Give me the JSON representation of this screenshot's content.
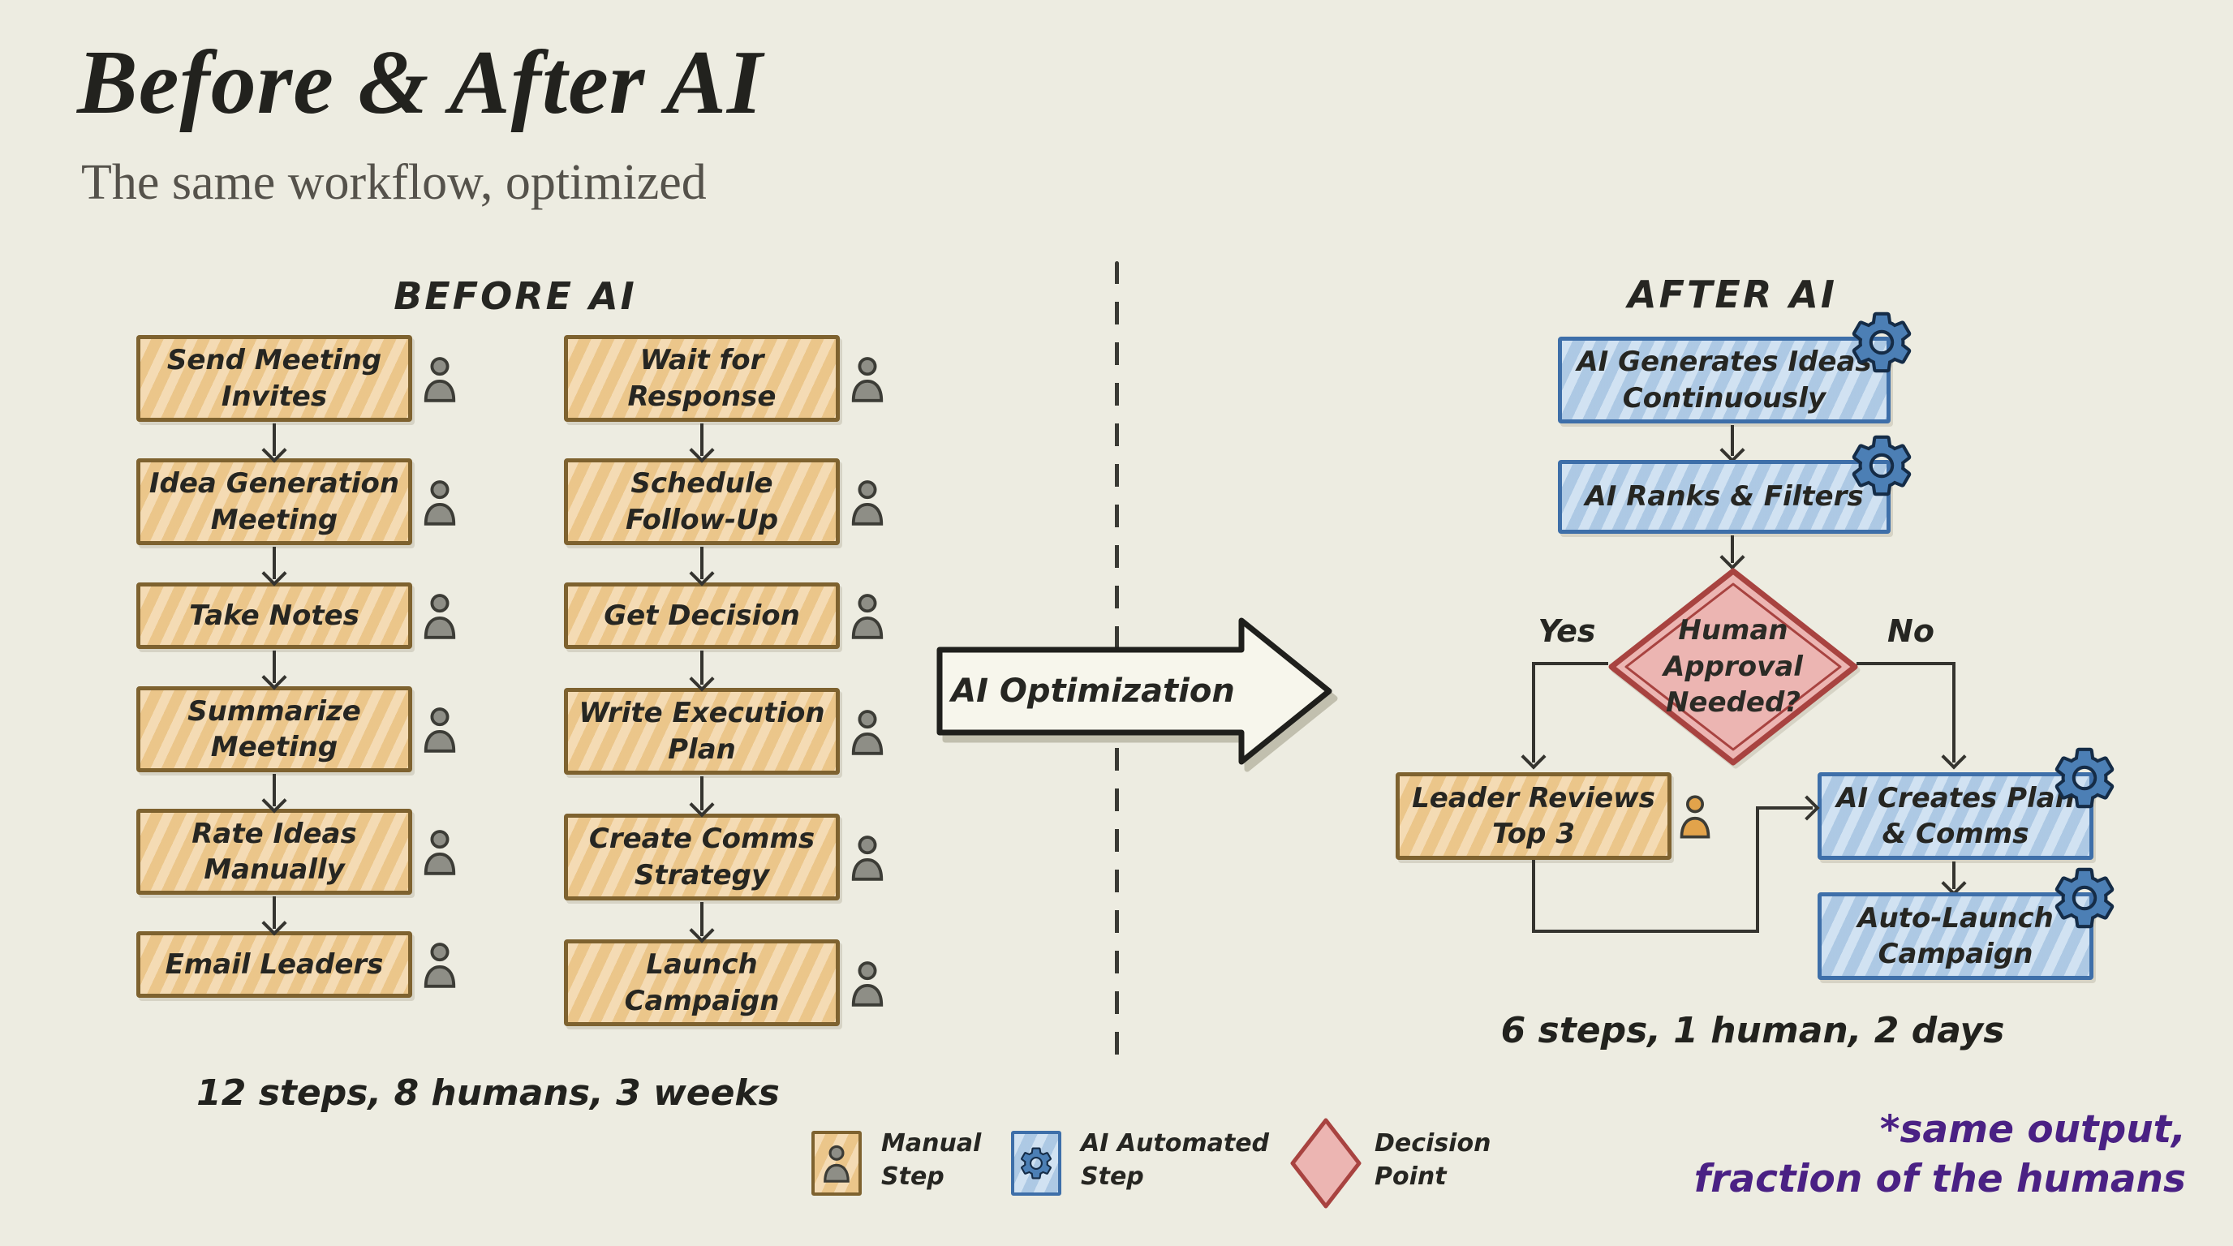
{
  "title": "Before & After AI",
  "subtitle": "The same workflow, optimized",
  "colors": {
    "background": "#EDECE1",
    "manual_fill": "#F0CC93",
    "manual_border": "#7E622F",
    "ai_fill": "#B9D3EB",
    "ai_border": "#3E6FA9",
    "decision_fill": "#ECB5B2",
    "decision_border": "#A84340",
    "ink": "#35342F",
    "gear_blue": "#4C7FB5",
    "person_gray": "#8E8E86",
    "person_orange": "#E2A34B",
    "footnote_purple": "#4A2184"
  },
  "icons": {
    "manual": "person-icon",
    "automated": "gear-icon",
    "decision": "diamond-shape"
  },
  "before": {
    "heading": "BEFORE AI",
    "column1": [
      "Send Meeting\nInvites",
      "Idea Generation\nMeeting",
      "Take Notes",
      "Summarize\nMeeting",
      "Rate Ideas\nManually",
      "Email Leaders"
    ],
    "column2": [
      "Wait for\nResponse",
      "Schedule\nFollow-Up",
      "Get Decision",
      "Write Execution\nPlan",
      "Create Comms\nStrategy",
      "Launch\nCampaign"
    ],
    "stats": "12 steps, 8 humans, 3 weeks"
  },
  "transition": {
    "label": "AI Optimization"
  },
  "after": {
    "heading": "AFTER AI",
    "generate": "AI Generates Ideas\nContinuously",
    "rank": "AI Ranks & Filters",
    "decision": "Human\nApproval\nNeeded?",
    "yes_label": "Yes",
    "no_label": "No",
    "review": "Leader Reviews\nTop 3",
    "create": "AI Creates Plan\n& Comms",
    "launch": "Auto-Launch\nCampaign",
    "stats": "6 steps, 1 human, 2 days"
  },
  "legend": [
    {
      "icon": "person-icon",
      "label": "Manual\nStep"
    },
    {
      "icon": "gear-icon",
      "label": "AI Automated\nStep"
    },
    {
      "icon": "decision-diamond",
      "label": "Decision\nPoint"
    }
  ],
  "footnote": "*same output,\nfraction of the humans"
}
